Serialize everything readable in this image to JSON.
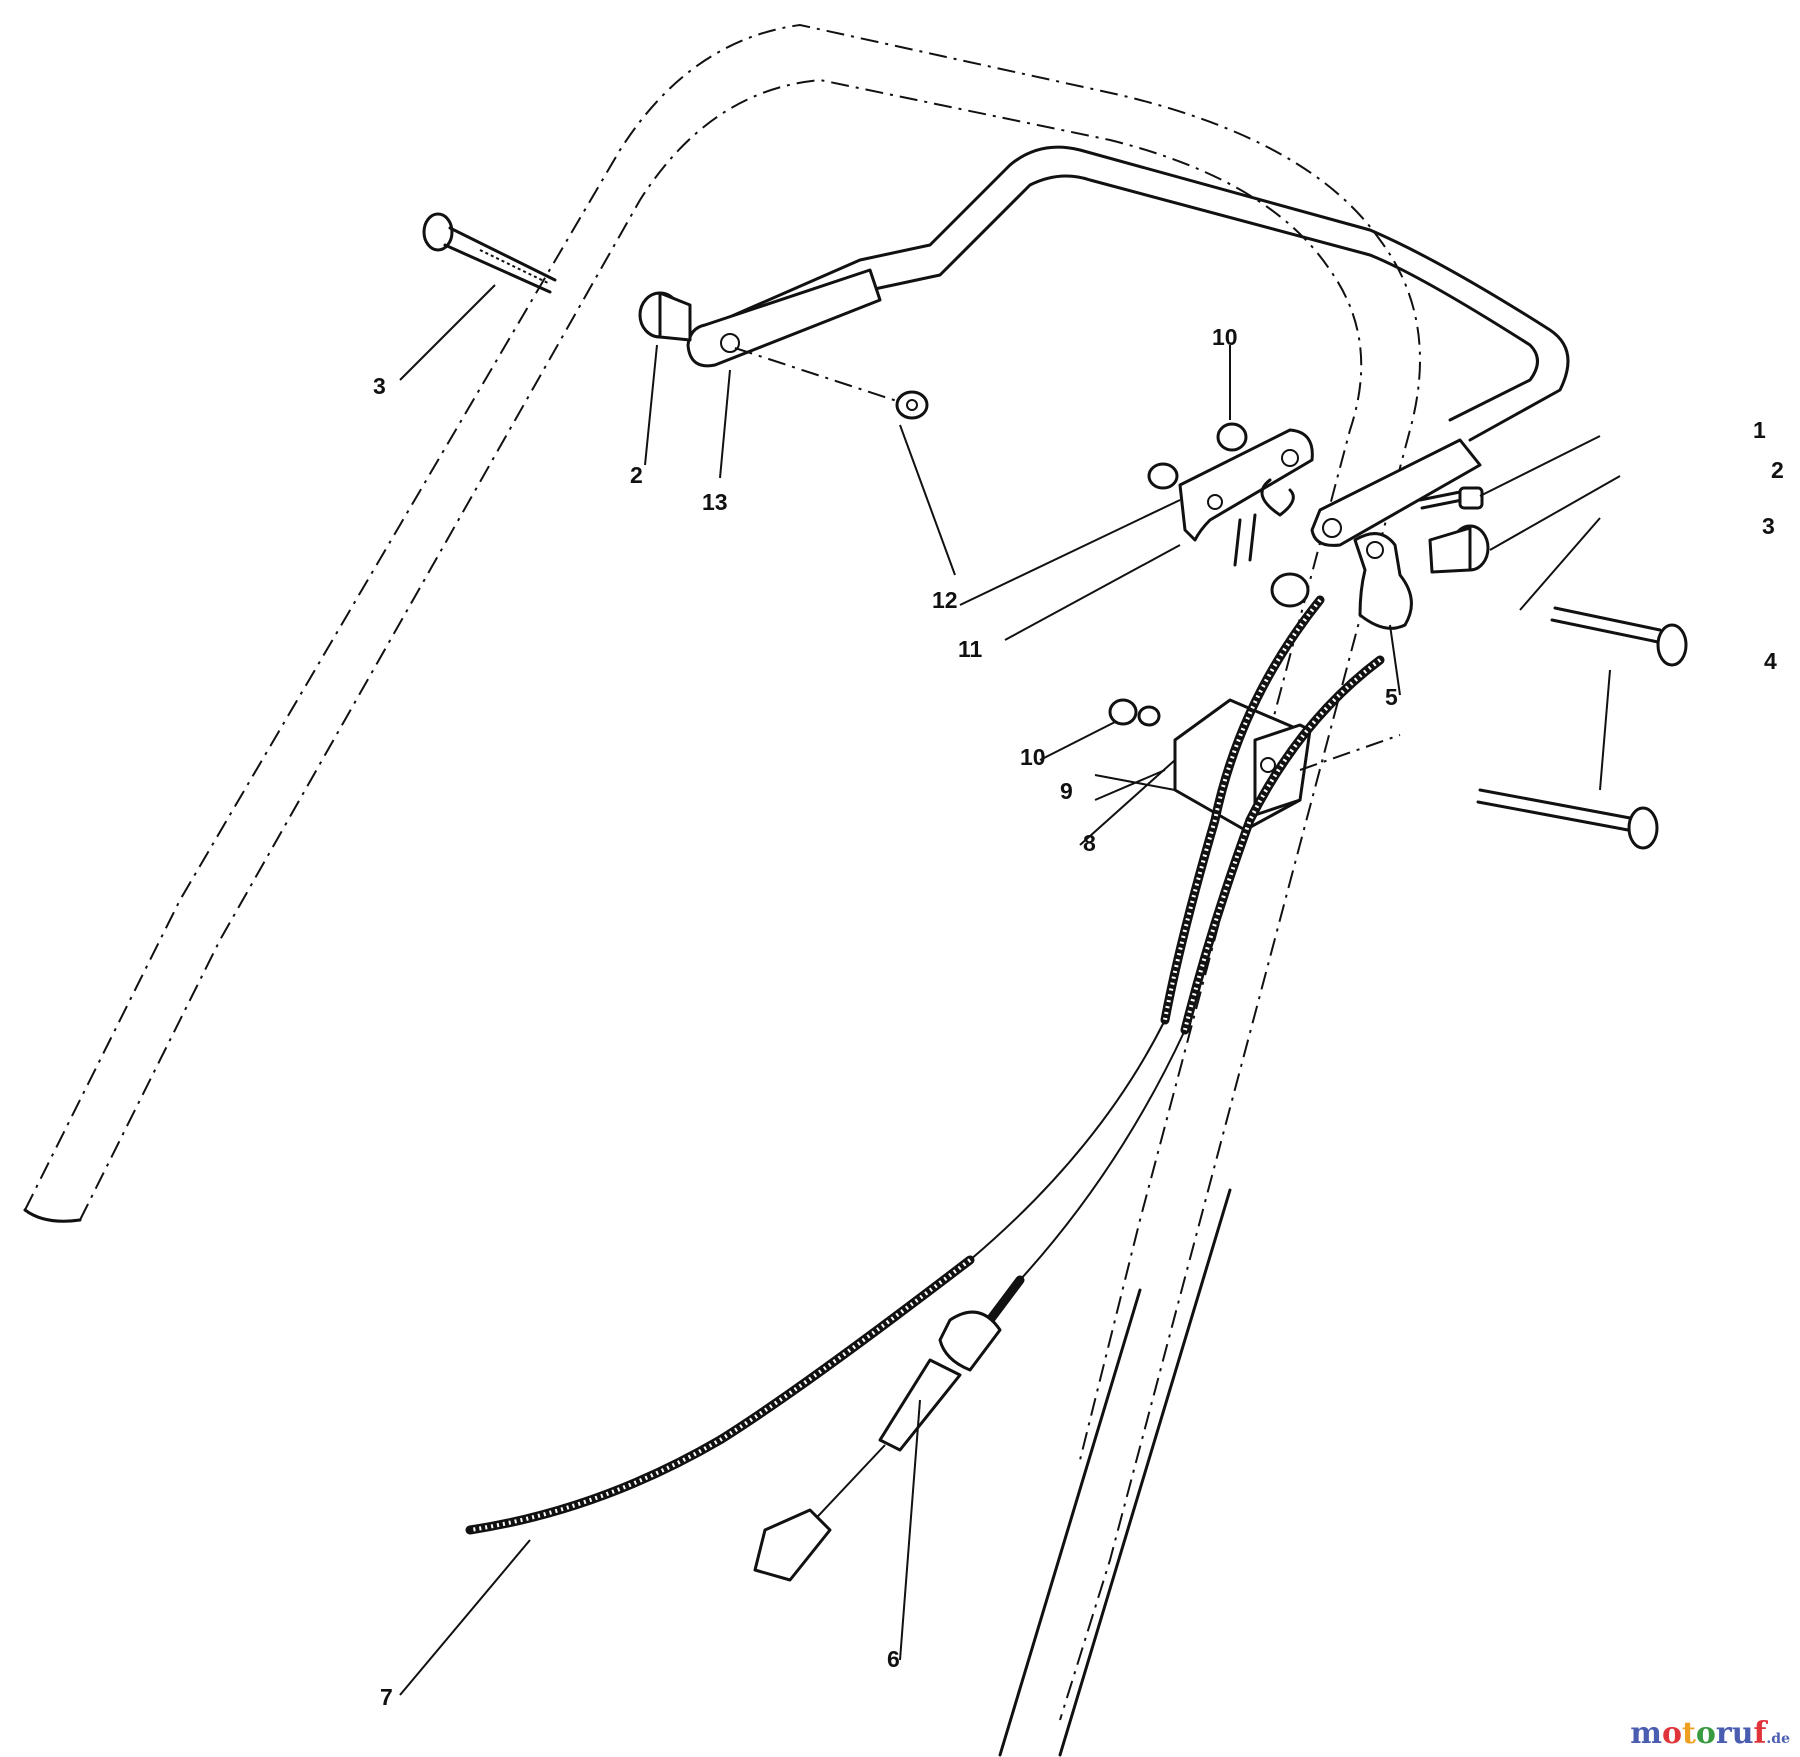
{
  "labels": {
    "l1": "1",
    "l2a": "2",
    "l2b": "2",
    "l3a": "3",
    "l3b": "3",
    "l4": "4",
    "l5": "5",
    "l6": "6",
    "l7": "7",
    "l8": "8",
    "l9": "9",
    "l10a": "10",
    "l10b": "10",
    "l11": "11",
    "l12": "12",
    "l13": "13"
  },
  "watermark": {
    "brand": "motoruf",
    "suffix": ".de",
    "colors": [
      "#4a5db0",
      "#e0333a",
      "#f0a020",
      "#3a9a40",
      "#4a5db0"
    ]
  }
}
